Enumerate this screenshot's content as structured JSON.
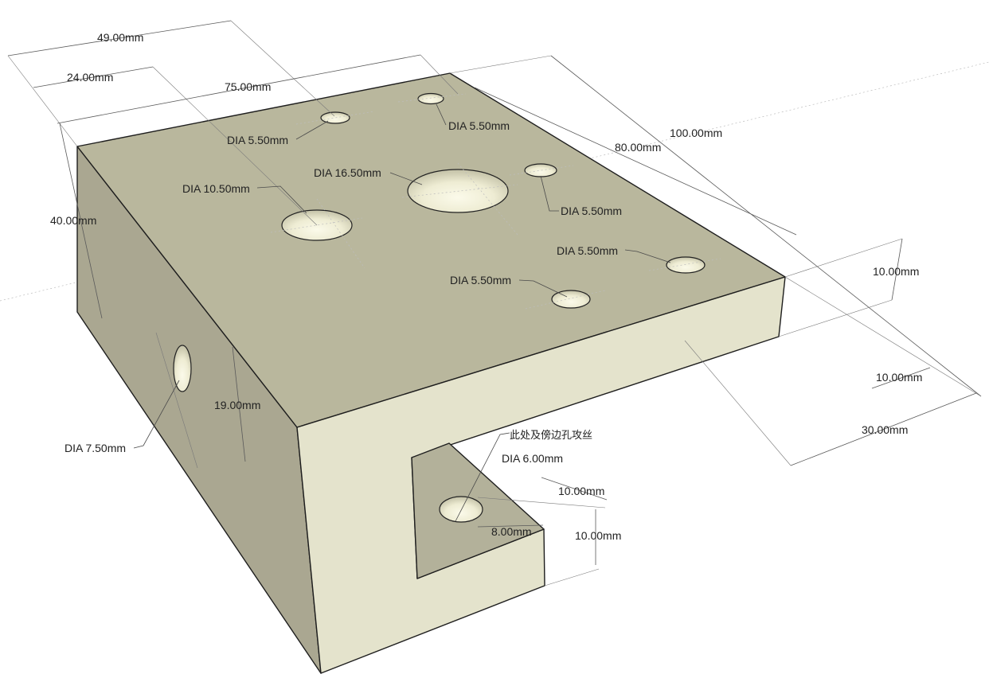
{
  "colors": {
    "top_face": "#b9b79d",
    "front_face": "#e4e3cc",
    "left_face": "#aaa791",
    "slot_floor": "#b3b19a",
    "hole_fill": "#f4f3df",
    "edge": "#1e1e1e"
  },
  "dimensions": [
    {
      "id": "w49",
      "label": "49.00mm"
    },
    {
      "id": "w24",
      "label": "24.00mm"
    },
    {
      "id": "w75",
      "label": "75.00mm"
    },
    {
      "id": "l100",
      "label": "100.00mm"
    },
    {
      "id": "l80",
      "label": "80.00mm"
    },
    {
      "id": "h40",
      "label": "40.00mm"
    },
    {
      "id": "t10a",
      "label": "10.00mm"
    },
    {
      "id": "t10b",
      "label": "10.00mm"
    },
    {
      "id": "d30",
      "label": "30.00mm"
    },
    {
      "id": "v19",
      "label": "19.00mm"
    },
    {
      "id": "s10a",
      "label": "10.00mm"
    },
    {
      "id": "s10b",
      "label": "10.00mm"
    },
    {
      "id": "s8",
      "label": "8.00mm"
    }
  ],
  "hole_callouts": [
    {
      "id": "h1",
      "label": "DIA 5.50mm"
    },
    {
      "id": "h2",
      "label": "DIA 5.50mm"
    },
    {
      "id": "h3",
      "label": "DIA 16.50mm"
    },
    {
      "id": "h4",
      "label": "DIA 10.50mm"
    },
    {
      "id": "h5",
      "label": "DIA 5.50mm"
    },
    {
      "id": "h6",
      "label": "DIA 5.50mm"
    },
    {
      "id": "h7",
      "label": "DIA 5.50mm"
    },
    {
      "id": "h8",
      "label": "DIA 7.50mm"
    },
    {
      "id": "h9",
      "label": "DIA 6.00mm"
    }
  ],
  "note": "此处及傍边孔攻丝"
}
